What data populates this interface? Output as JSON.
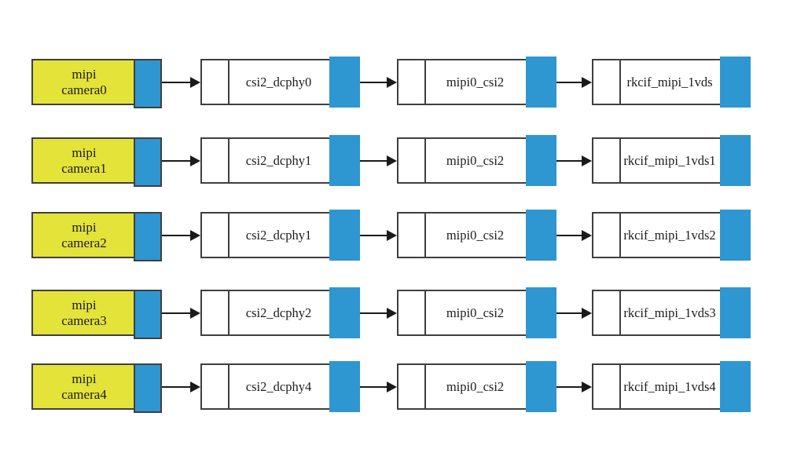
{
  "colors": {
    "camera_fill": "#e4e339",
    "accent_blue": "#2e96d1",
    "border": "#3f3f3f",
    "background": "#ffffff"
  },
  "rows": [
    {
      "camera_line1": "mipi",
      "camera_line2": "camera0",
      "dcphy": "csi2_dcphy0",
      "csi": "mipi0_csi2",
      "rkcif": "rkcif_mipi_1vds"
    },
    {
      "camera_line1": "mipi",
      "camera_line2": "camera1",
      "dcphy": "csi2_dcphy1",
      "csi": "mipi0_csi2",
      "rkcif": "rkcif_mipi_1vds1"
    },
    {
      "camera_line1": "mipi",
      "camera_line2": "camera2",
      "dcphy": "csi2_dcphy1",
      "csi": "mipi0_csi2",
      "rkcif": "rkcif_mipi_1vds2"
    },
    {
      "camera_line1": "mipi",
      "camera_line2": "camera3",
      "dcphy": "csi2_dcphy2",
      "csi": "mipi0_csi2",
      "rkcif": "rkcif_mipi_1vds3"
    },
    {
      "camera_line1": "mipi",
      "camera_line2": "camera4",
      "dcphy": "csi2_dcphy4",
      "csi": "mipi0_csi2",
      "rkcif": "rkcif_mipi_1vds4"
    }
  ]
}
